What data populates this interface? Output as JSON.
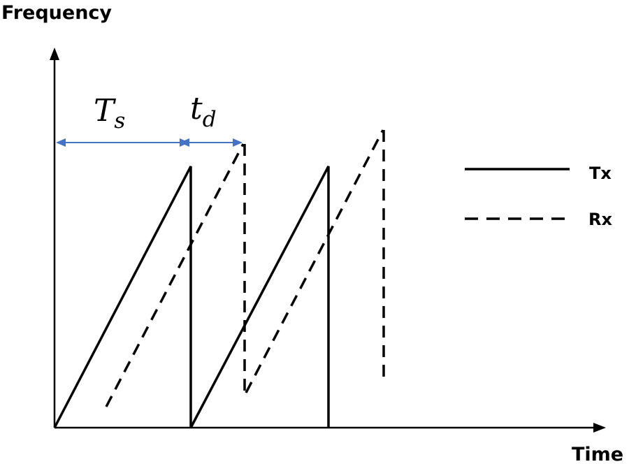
{
  "axes": {
    "y_title": "Frequency",
    "x_title": "Time"
  },
  "legend": {
    "tx_label": "Tx",
    "rx_label": "Rx"
  },
  "annotations": {
    "ts": {
      "main": "T",
      "sub": "s"
    },
    "td": {
      "main": "t",
      "sub": "d"
    }
  },
  "colors": {
    "line": "#000000",
    "annotation_arrow": "#4472C4"
  }
}
